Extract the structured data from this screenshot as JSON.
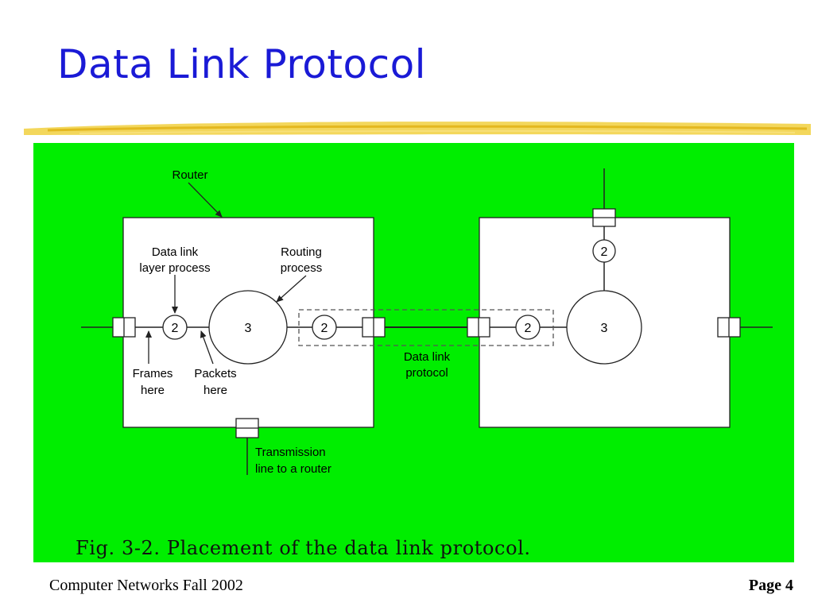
{
  "slide": {
    "title": "Data Link Protocol",
    "footer_left": "Computer Networks Fall 2002",
    "footer_right": "Page 4"
  },
  "figure": {
    "caption": "Fig. 3-2. Placement of the data link protocol.",
    "labels": {
      "router": "Router",
      "dll_process_line1": "Data link",
      "dll_process_line2": "layer process",
      "routing_process_line1": "Routing",
      "routing_process_line2": "process",
      "frames_line1": "Frames",
      "frames_line2": "here",
      "packets_line1": "Packets",
      "packets_line2": "here",
      "protocol_line1": "Data link",
      "protocol_line2": "protocol",
      "transmission_line1": "Transmission",
      "transmission_line2": "line to a router"
    },
    "node_labels": {
      "layer2": "2",
      "layer3": "3"
    }
  },
  "colors": {
    "title": "#1a1ad6",
    "panel": "#00ee00"
  }
}
